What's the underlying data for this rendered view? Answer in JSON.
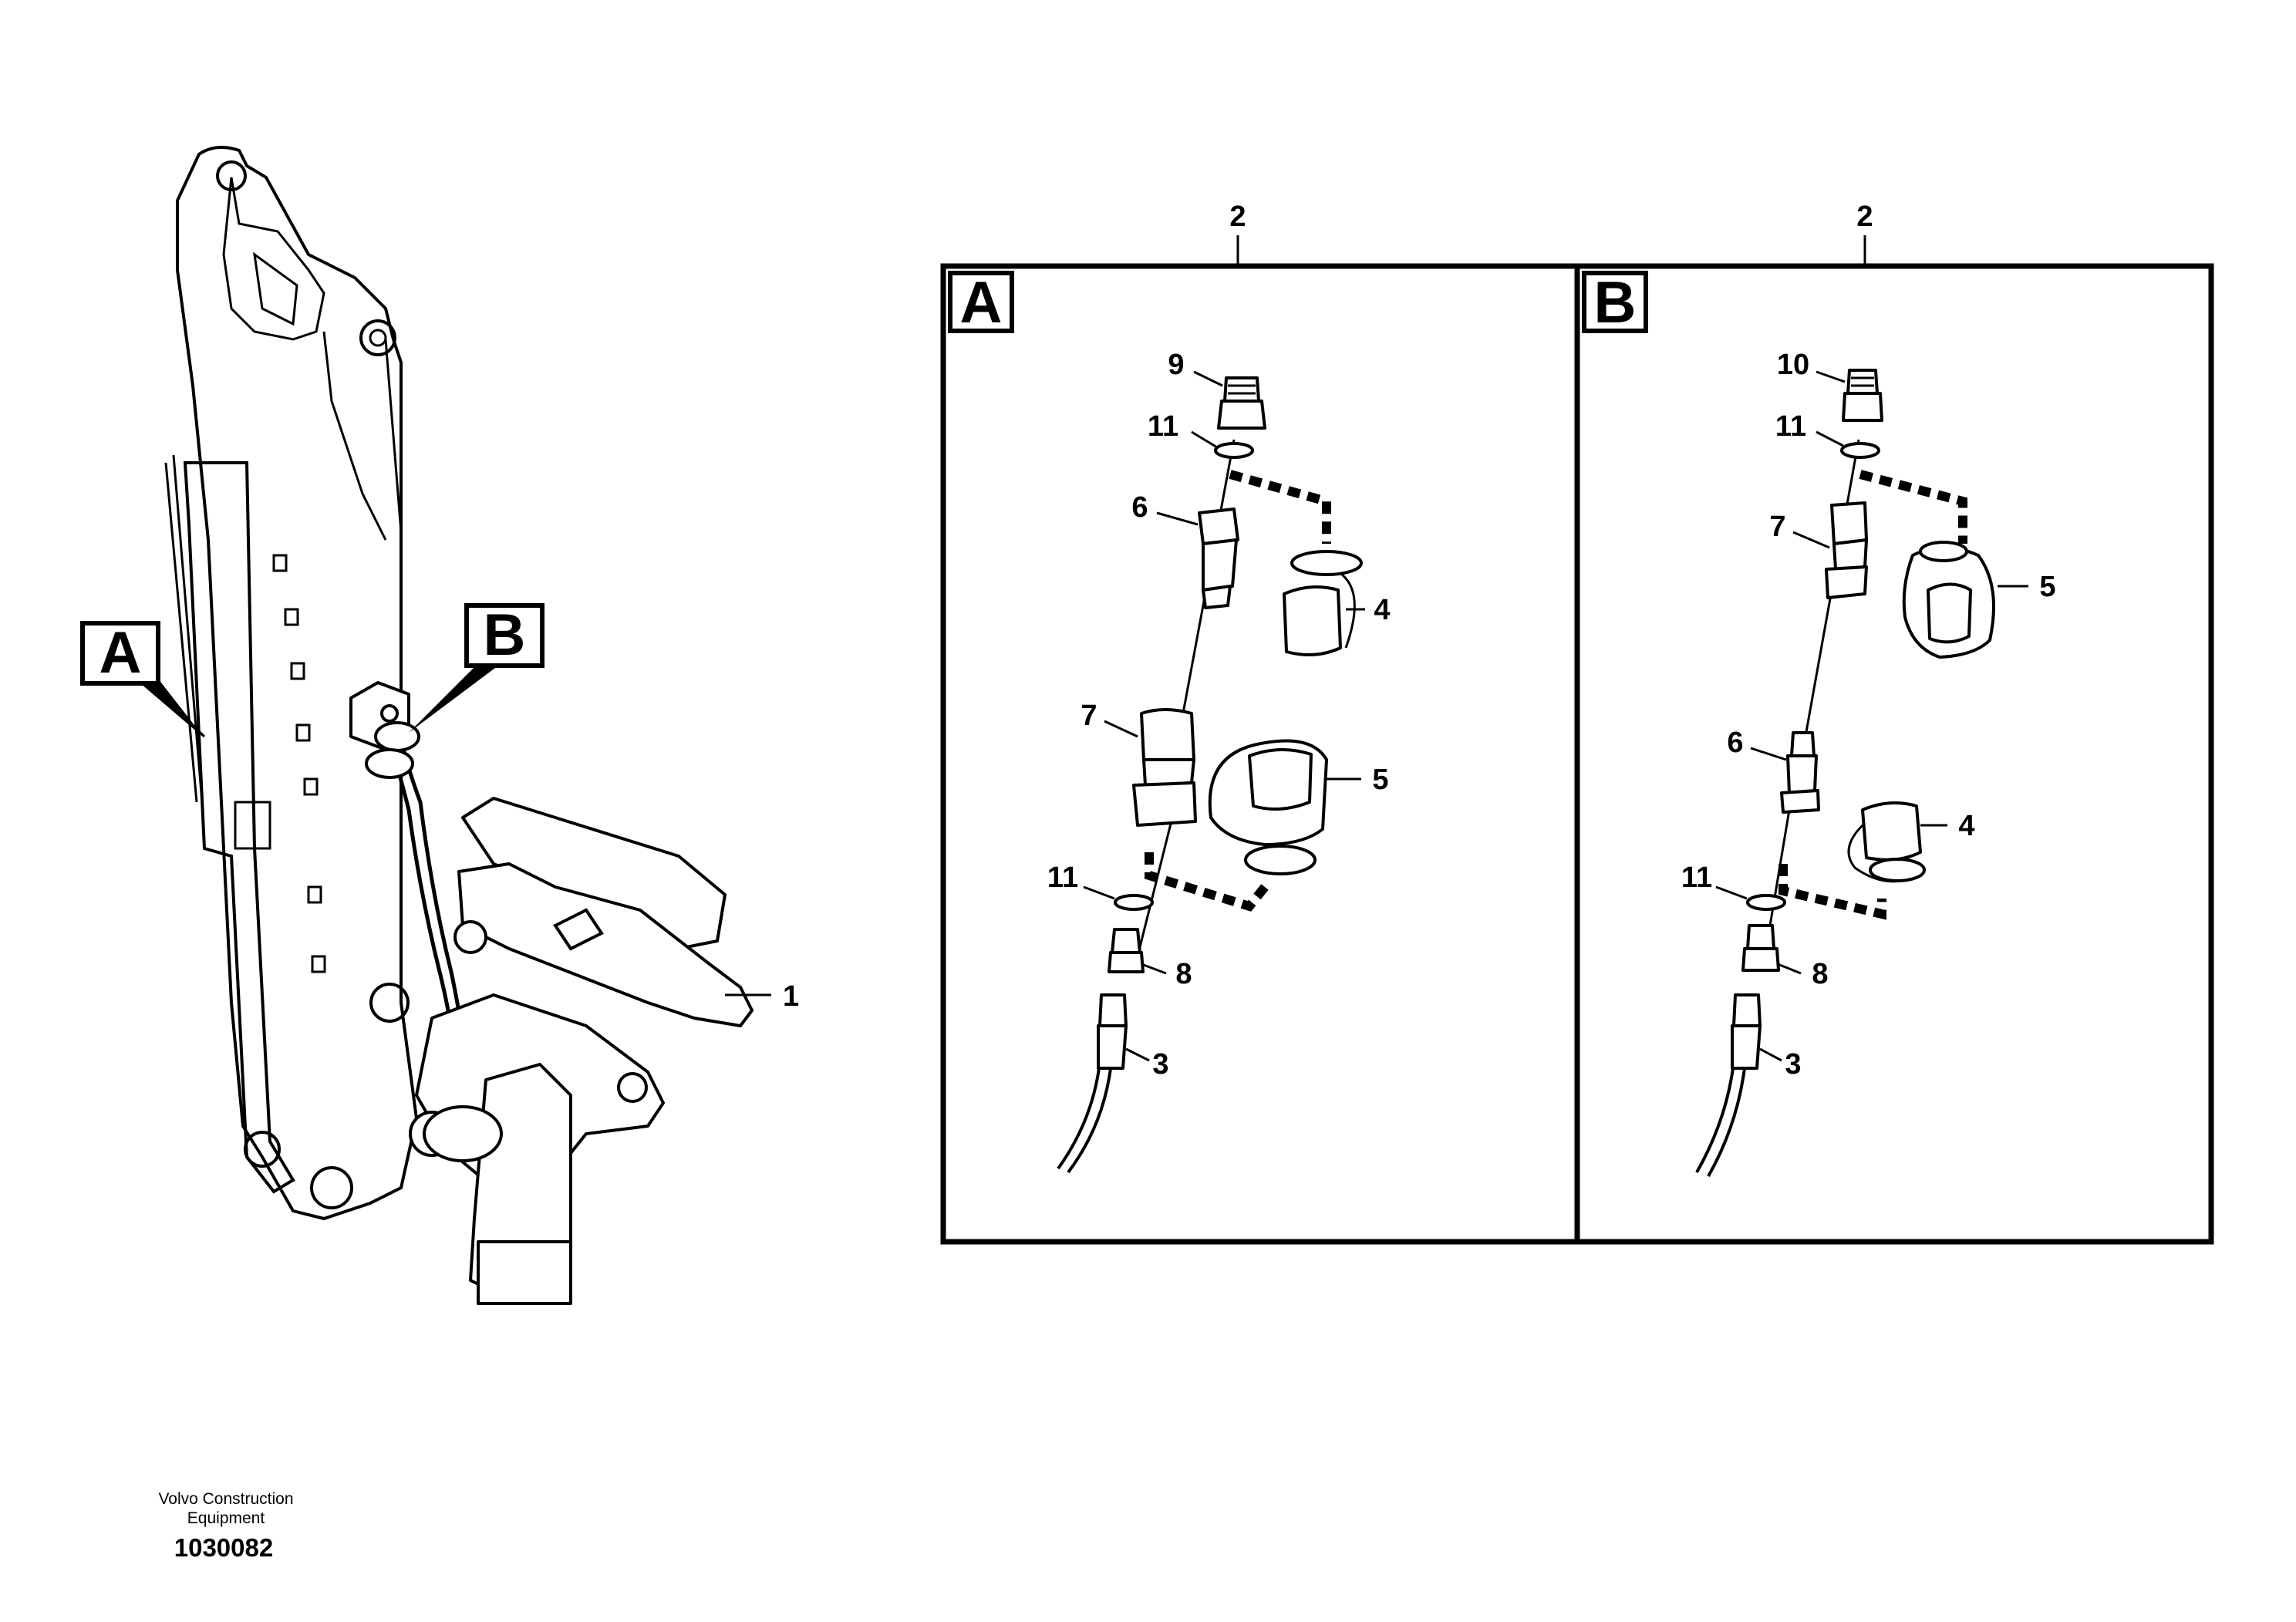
{
  "overview": {
    "box_a_label": "A",
    "box_b_label": "B",
    "callout_1": "1"
  },
  "panel_a": {
    "letter": "A",
    "top_callout": "2",
    "callouts": {
      "c9": "9",
      "c11_top": "11",
      "c6": "6",
      "c4": "4",
      "c7": "7",
      "c5": "5",
      "c11_bottom": "11",
      "c8": "8",
      "c3": "3"
    }
  },
  "panel_b": {
    "letter": "B",
    "top_callout": "2",
    "callouts": {
      "c10": "10",
      "c11_top": "11",
      "c7": "7",
      "c5": "5",
      "c6": "6",
      "c4": "4",
      "c11_bottom": "11",
      "c8": "8",
      "c3": "3"
    }
  },
  "footer": {
    "company_line1": "Volvo Construction",
    "company_line2": "Equipment",
    "drawing_number": "1030082"
  }
}
